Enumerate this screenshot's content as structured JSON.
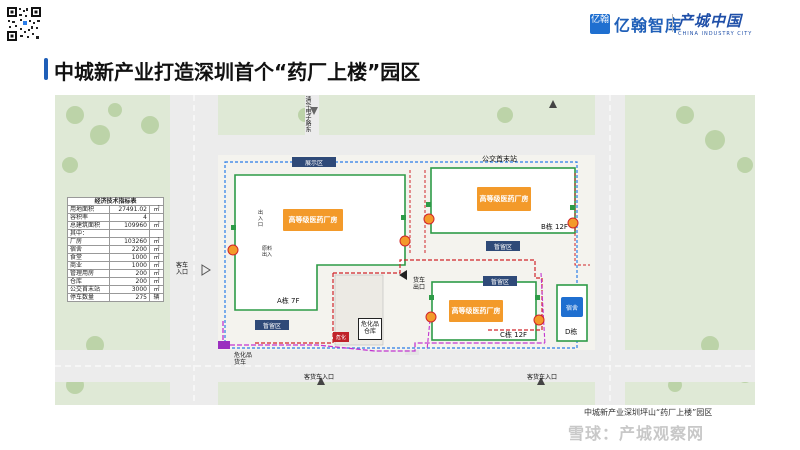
{
  "header": {
    "logo_yihan_mark": "亿翰",
    "logo_yihan_text": "亿翰智库",
    "logo_chancheng_cn": "产城中国",
    "logo_chancheng_en": "CHINA INDUSTRY CITY"
  },
  "title": "中城新产业打造深圳首个“药厂上楼”园区",
  "map": {
    "table": {
      "heading": "经济技术指标表",
      "rows": [
        {
          "label": "用地面积",
          "value": "27491.02",
          "unit": "㎡"
        },
        {
          "label": "容积率",
          "value": "4",
          "unit": ""
        },
        {
          "label": "总建筑面积",
          "value": "109960",
          "unit": "㎡"
        },
        {
          "label": "其中：",
          "value": "",
          "unit": ""
        },
        {
          "label": "厂房",
          "value": "103260",
          "unit": "㎡"
        },
        {
          "label": "宿舍",
          "value": "2200",
          "unit": "㎡"
        },
        {
          "label": "食堂",
          "value": "1000",
          "unit": "㎡"
        },
        {
          "label": "商业",
          "value": "1000",
          "unit": "㎡"
        },
        {
          "label": "管理用房",
          "value": "200",
          "unit": "㎡"
        },
        {
          "label": "仓库",
          "value": "200",
          "unit": "㎡"
        },
        {
          "label": "公交首末站",
          "value": "3000",
          "unit": "㎡"
        },
        {
          "label": "停车数量",
          "value": "275",
          "unit": "辆"
        }
      ]
    },
    "labels": {
      "station_bus": "公交首末站",
      "factory_a": "高等级医药厂房",
      "factory_b": "高等级医药厂房",
      "factory_c": "高等级医药厂房",
      "bldg_a": "A栋  7F",
      "bldg_b": "B栋   12F",
      "bldg_c": "C栋   12F",
      "bldg_d": "D栋",
      "dorm": "宿舍",
      "temp_a": "暂留区",
      "temp_b": "暂留区",
      "temp_c": "暂留区",
      "chem_store": "危化品\n仓库",
      "east_gate_top": "货车\n出口",
      "gate_left": "客车\n入口",
      "truck_in_left": "客货车入口",
      "truck_in_right": "客货车入口",
      "north_road": "清华电子路东",
      "north_box": "展示区",
      "sw_box": "危化",
      "sw_label": "危化品\n货车",
      "a_inner": "原料\n出入",
      "exit_small": "出\n入\n口"
    },
    "caption": "中城新产业深圳坪山“药厂上楼”园区"
  },
  "watermark": "雪球：产城观察网",
  "colors": {
    "brand_blue": "#1f5fb8",
    "orange": "#f39a2a",
    "route_red": "#d0242a",
    "route_magenta": "#c236d0",
    "route_blue": "#2a7de8",
    "building_green": "#2d9b47",
    "road": "#e9e9e9"
  }
}
